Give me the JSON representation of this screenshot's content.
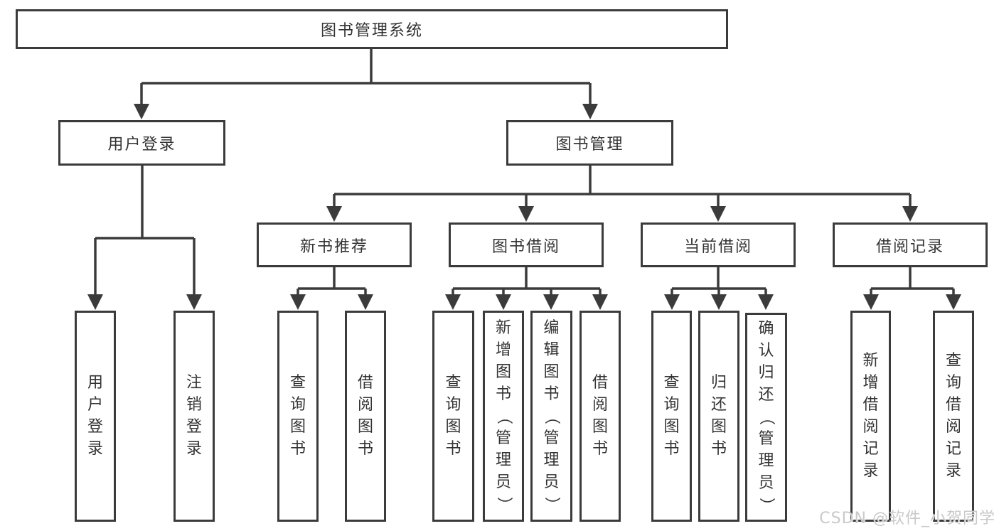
{
  "diagram": {
    "title": "图书管理系统",
    "branches": [
      {
        "label": "用户登录",
        "children": [
          "用户登录",
          "注销登录"
        ]
      },
      {
        "label": "图书管理",
        "children": [
          {
            "label": "新书推荐",
            "children": [
              "查询图书",
              "借阅图书"
            ]
          },
          {
            "label": "图书借阅",
            "children": [
              "查询图书",
              "新增图书（管理员）",
              "编辑图书（管理员）",
              "借阅图书"
            ]
          },
          {
            "label": "当前借阅",
            "children": [
              "查询图书",
              "归还图书",
              "确认归还（管理员）"
            ]
          },
          {
            "label": "借阅记录",
            "children": [
              "新增借阅记录",
              "查询借阅记录"
            ]
          }
        ]
      }
    ]
  },
  "watermark": "CSDN @软件_小贺同学",
  "colors": {
    "line": "#3b3b3b",
    "text": "#333333",
    "background": "#ffffff",
    "watermark": "#c9c9c9"
  }
}
